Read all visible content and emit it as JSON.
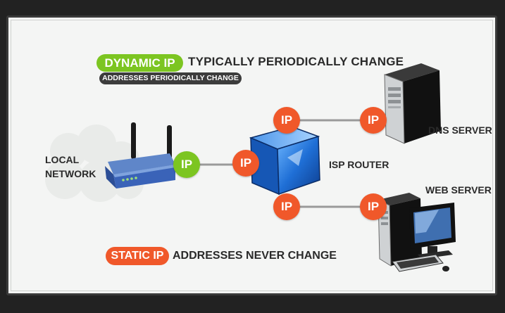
{
  "colors": {
    "green": "#7cc521",
    "orange": "#f0582a",
    "dark": "#3c3c3c",
    "panel": "#f4f5f4",
    "router_blue": "#1f6fd6"
  },
  "header": {
    "dynamic_badge": "DYNAMIC IP",
    "dynamic_text": "TYPICALLY PERIODICALLY CHANGE",
    "dynamic_subtitle": "ADDRESSES PERIODICALLY CHANGE"
  },
  "footer": {
    "static_badge": "STATIC IP",
    "static_text": "ADDRESSES NEVER CHANGE"
  },
  "nodes": {
    "local_network": {
      "line1": "LOCAL",
      "line2": "NETWORK",
      "icon": "wifi-router-icon"
    },
    "isp_router": {
      "label": "ISP ROUTER",
      "icon": "router-cube-icon"
    },
    "dns_server": {
      "label": "DNS SERVER",
      "icon": "server-tower-icon"
    },
    "web_server": {
      "label": "WEB SERVER",
      "icon": "desktop-computer-icon"
    }
  },
  "ip_badges": {
    "local_router": "IP",
    "isp_left": "IP",
    "isp_top": "IP",
    "isp_bottom": "IP",
    "dns": "IP",
    "web": "IP"
  }
}
